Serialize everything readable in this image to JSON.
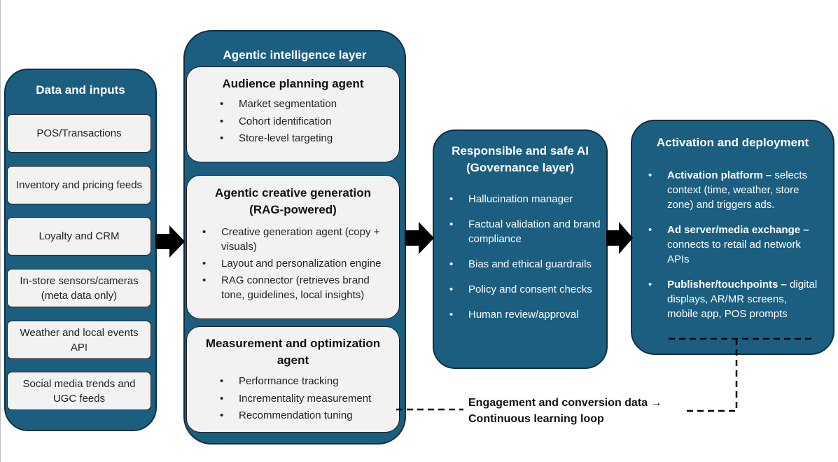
{
  "data_inputs": {
    "title": "Data and inputs",
    "items": [
      "POS/Transactions",
      "Inventory and pricing feeds",
      "Loyalty and CRM",
      "In-store sensors/cameras (meta data only)",
      "Weather and local events API",
      "Social media trends and UGC feeds"
    ]
  },
  "intelligence": {
    "title": "Agentic intelligence layer",
    "audience": {
      "title": "Audience planning agent",
      "bullets": [
        "Market segmentation",
        "Cohort identification",
        "Store-level targeting"
      ]
    },
    "creative": {
      "title": "Agentic creative generation (RAG-powered)",
      "bullets": [
        "Creative generation agent (copy + visuals)",
        "Layout and personalization engine",
        "RAG connector (retrieves brand tone, guidelines, local insights)"
      ]
    },
    "measurement": {
      "title": "Measurement and optimization agent",
      "bullets": [
        "Performance tracking",
        "Incrementality measurement",
        "Recommendation tuning"
      ]
    }
  },
  "governance": {
    "title": "Responsible and safe AI (Governance layer)",
    "bullets": [
      "Hallucination manager",
      "Factual validation and brand compliance",
      "Bias and ethical guardrails",
      "Policy and consent checks",
      "Human review/approval"
    ]
  },
  "activation": {
    "title": "Activation and deployment",
    "items": [
      {
        "label": "Activation platform –",
        "text": " selects context (time, weather, store zone) and triggers ads."
      },
      {
        "label": "Ad server/media exchange –",
        "text": " connects to retail ad network APIs"
      },
      {
        "label": "Publisher/touchpoints –",
        "text": " digital displays, AR/MR screens, mobile app, POS prompts"
      }
    ]
  },
  "feedback_loop": {
    "text": "Engagement and conversion data → Continuous learning loop"
  },
  "colors": {
    "panel": "#1b5e80",
    "panel_border": "#0f2f44",
    "card": "#f2f2f2",
    "arrow": "#000000"
  }
}
